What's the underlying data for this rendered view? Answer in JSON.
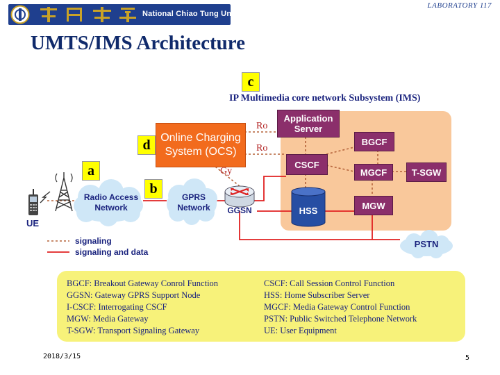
{
  "header": {
    "university_name": "National Chiao Tung University",
    "lab": "LABORATORY 117"
  },
  "title": "UMTS/IMS Architecture",
  "markers": {
    "a": "a",
    "b": "b",
    "c": "c",
    "d": "d"
  },
  "diagram": {
    "ims_title": "IP Multimedia core network Subsystem (IMS)",
    "ocs": {
      "line1": "Online Charging",
      "line2": "System (OCS)"
    },
    "application_server": {
      "line1": "Application",
      "line2": "Server"
    },
    "bgcf": "BGCF",
    "cscf": "CSCF",
    "mgcf": "MGCF",
    "tsgw": "T-SGW",
    "hss": "HSS",
    "mgw": "MGW",
    "ggsn": "GGSN",
    "ue": "UE",
    "ran": {
      "line1": "Radio Access",
      "line2": "Network"
    },
    "gprs": {
      "line1": "GPRS",
      "line2": "Network"
    },
    "pstn": "PSTN",
    "interfaces": {
      "ro1": "Ro",
      "ro2": "Ro",
      "gy": "Gy"
    }
  },
  "legend": {
    "signaling": "signaling",
    "signaling_data": "signaling and data"
  },
  "glossary": {
    "left": [
      "BGCF: Breakout Gateway Conrol Function",
      "GGSN:  Gateway GPRS Support Node",
      "I-CSCF: Interrogating CSCF",
      "MGW: Media Gateway",
      "T-SGW: Transport Signaling Gateway"
    ],
    "right": [
      "CSCF: Call Session Control Function",
      "HSS: Home Subscriber Server",
      "MGCF: Media Gateway Control Function",
      "PSTN: Public Switched Telephone Network",
      "UE: User Equipment"
    ]
  },
  "footer": {
    "date": "2018/3/15",
    "page": "5"
  },
  "colors": {
    "ims_area": "#f9c89b",
    "purple_box": "#8b2f6b",
    "blue_box": "#264ea3",
    "ocs_box": "#f26b1d",
    "marker": "#ffff00",
    "glossary_bg": "#f7f27a",
    "cloud": "#cfe7f7"
  }
}
